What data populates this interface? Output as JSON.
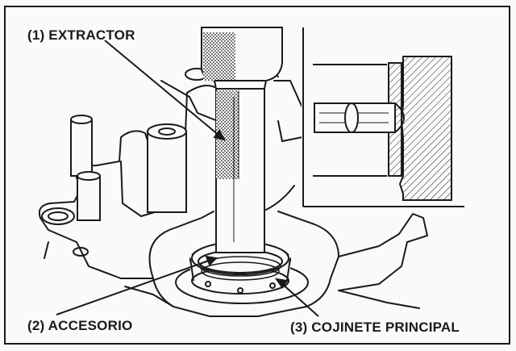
{
  "labels": {
    "extractor": "(1) EXTRACTOR",
    "accesorio": "(2) ACCESORIO",
    "cojinete": "(3) COJINETE PRINCIPAL"
  },
  "colors": {
    "ink": "#1a1a1a",
    "paper": "#fafafa"
  }
}
